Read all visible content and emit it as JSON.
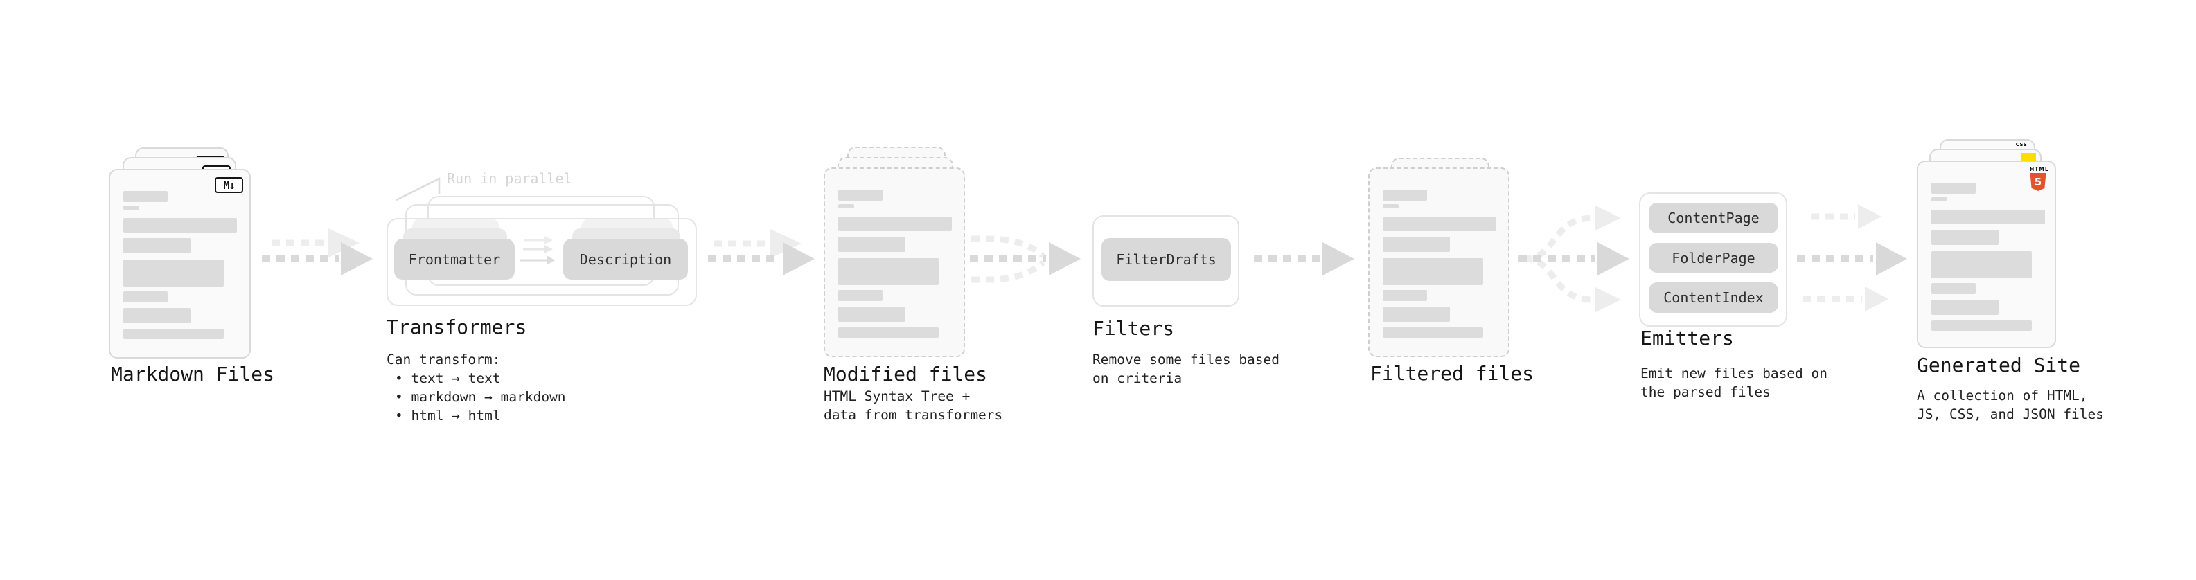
{
  "colors": {
    "background": "#ffffff",
    "arrow_main": "#d9d9d9",
    "arrow_ghost": "#ededed",
    "pill": "#d9d9d9",
    "bar": "#dcdcdc",
    "html5_orange": "#e5532e",
    "js_yellow": "#ffdd00",
    "css_blue": "#2e6ee0"
  },
  "stages": {
    "markdown_files": {
      "label": "Markdown Files",
      "badge_text": "M↓"
    },
    "transformers": {
      "label": "Transformers",
      "annotation": "Run in parallel",
      "pills": [
        "Frontmatter",
        "Description"
      ],
      "note_heading": "Can transform:",
      "note_bullets": [
        "text → text",
        "markdown → markdown",
        "html → html"
      ]
    },
    "modified_files": {
      "label": "Modified files",
      "note_lines": [
        "HTML Syntax Tree +",
        "data from transformers"
      ]
    },
    "filters": {
      "label": "Filters",
      "pills": [
        "FilterDrafts"
      ],
      "note_lines": [
        "Remove some files based",
        "on criteria"
      ]
    },
    "filtered_files": {
      "label": "Filtered files"
    },
    "emitters": {
      "label": "Emitters",
      "pills": [
        "ContentPage",
        "FolderPage",
        "ContentIndex"
      ],
      "note_lines": [
        "Emit new files based on",
        "the parsed files"
      ]
    },
    "generated_site": {
      "label": "Generated Site",
      "note_lines": [
        "A collection of HTML,",
        "JS, CSS, and JSON files"
      ],
      "html5_badge": {
        "top": "HTML",
        "number": "5"
      },
      "css_badge": "CSS"
    }
  }
}
